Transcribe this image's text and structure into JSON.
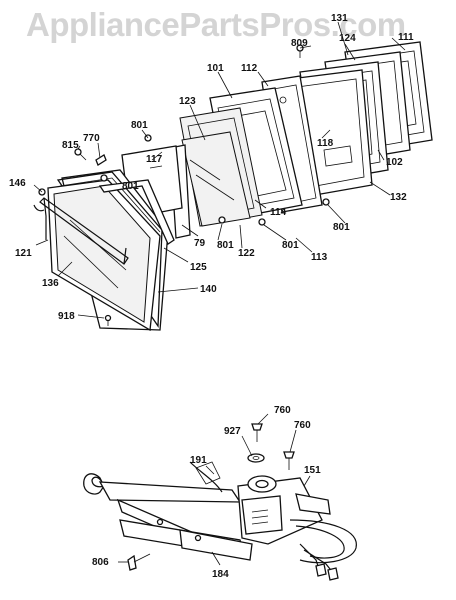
{
  "watermark": "AppliancePartsPros.com",
  "colors": {
    "line": "#111111",
    "watermark": "#d4d4d4"
  },
  "callouts": {
    "p131": "131",
    "p809": "809",
    "p124": "124",
    "p111": "111",
    "p101": "101",
    "p112": "112",
    "p123": "123",
    "p801a": "801",
    "p770": "770",
    "p815": "815",
    "p117": "117",
    "p118": "118",
    "p102": "102",
    "p132": "132",
    "p801b": "801",
    "p146": "146",
    "p114": "114",
    "p801c": "801",
    "p79": "79",
    "p801d": "801",
    "p801e": "801",
    "p122": "122",
    "p113": "113",
    "p121": "121",
    "p125": "125",
    "p136": "136",
    "p140": "140",
    "p918": "918",
    "p760a": "760",
    "p927": "927",
    "p760b": "760",
    "p191": "191",
    "p151": "151",
    "p806": "806",
    "p184": "184"
  }
}
